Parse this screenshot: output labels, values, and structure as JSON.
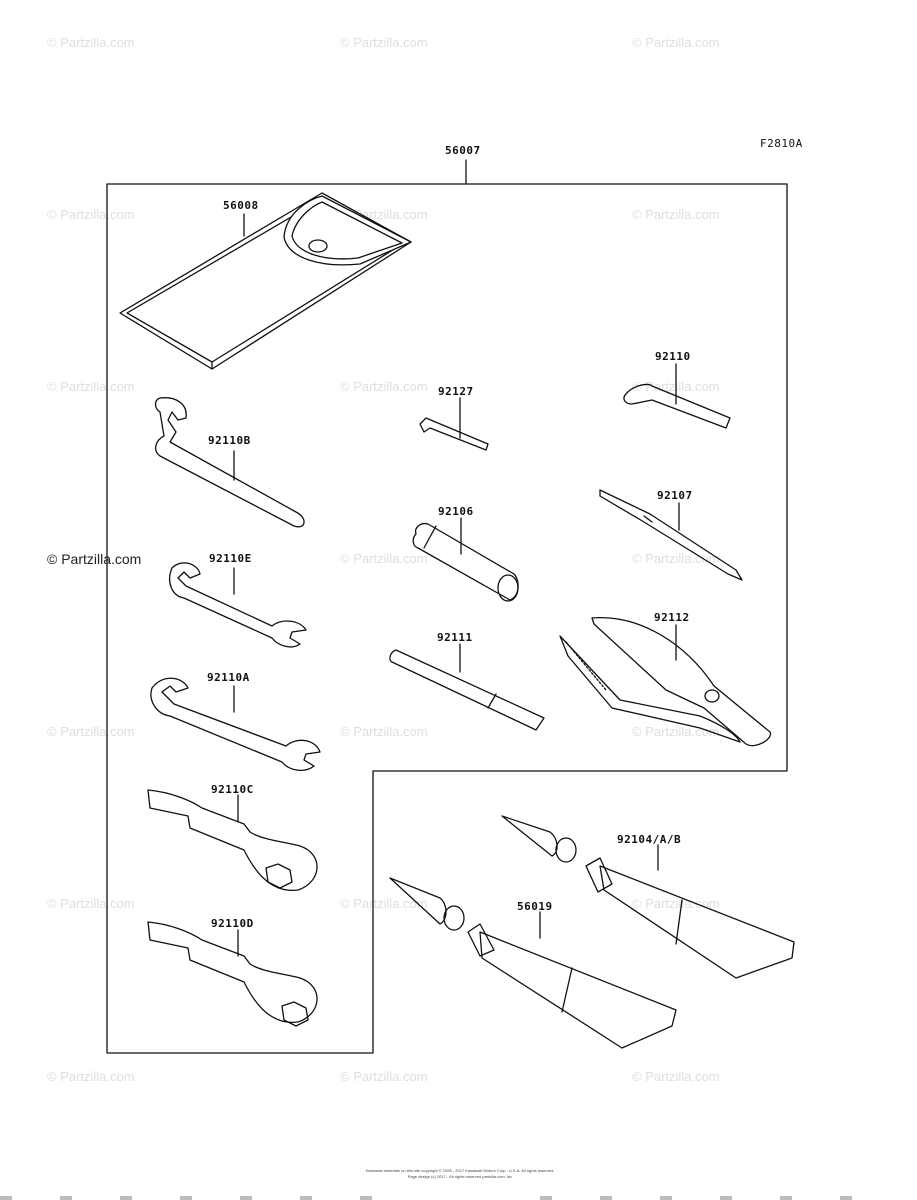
{
  "figure_code": "F2810A",
  "watermark": "© Partzilla.com",
  "parts": {
    "kit": "56007",
    "case": "56008",
    "wrench_b": "92110B",
    "wrench_e": "92110E",
    "wrench_a": "92110A",
    "wrench_c": "92110C",
    "wrench_d": "92110D",
    "hex_small": "92127",
    "hex_large": "92110",
    "grip": "92106",
    "screwdriver": "92107",
    "extension": "92111",
    "pliers": "92112",
    "grease_tubes": "92104/A/B",
    "grease_tube": "56019"
  },
  "footer": {
    "line1": "Kawasaki materials on this site copyright © 1995 - 2017 Kawasaki Motors Corp., U.S.A. All rights reserved.",
    "line2": "Page design (c) 2017 - All rights reserved partzilla.com, Inc"
  }
}
